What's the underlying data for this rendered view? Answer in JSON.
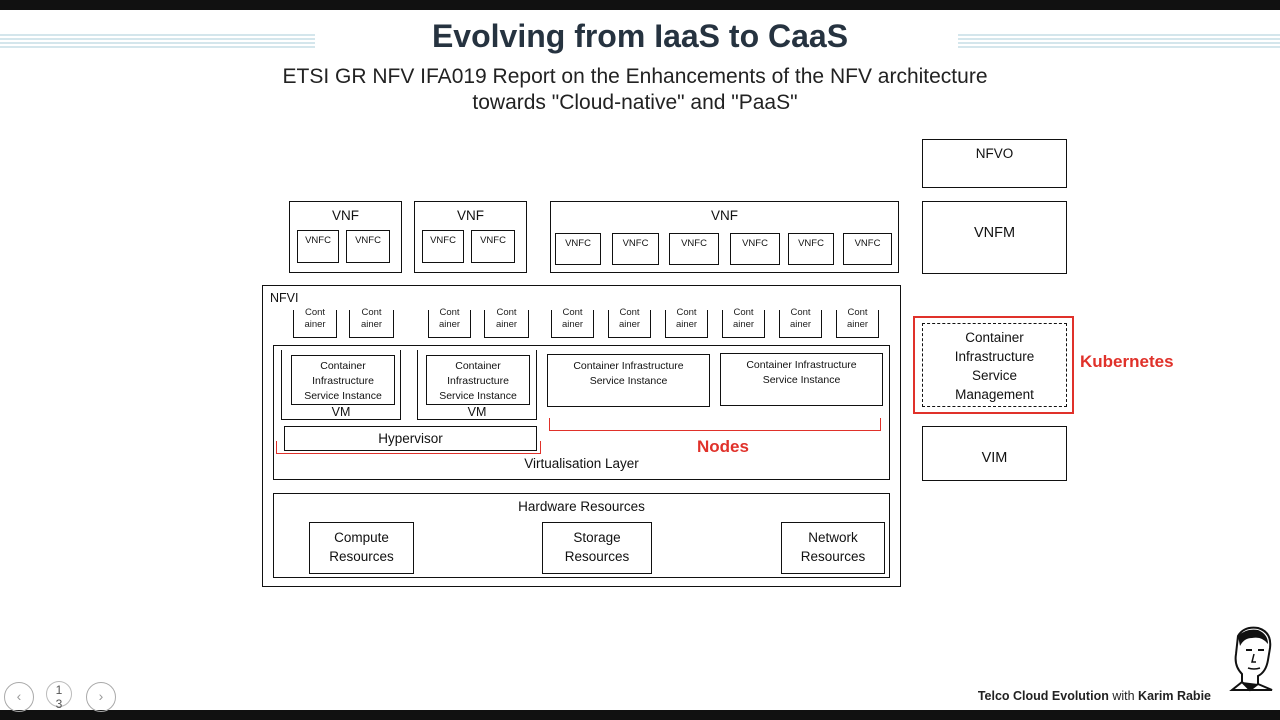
{
  "slide": {
    "title": "Evolving from IaaS to CaaS",
    "subtitle_line1": "ETSI GR NFV IFA019 Report on the Enhancements of the NFV architecture",
    "subtitle_line2": "towards \"Cloud-native\" and \"PaaS\"",
    "page_number": "13",
    "footer_bold": "Telco Cloud Evolution",
    "footer_with": "with",
    "footer_author": "Karim Rabie"
  },
  "diagram": {
    "vnf": "VNF",
    "vnfc": "VNFC",
    "nfvi": "NFVI",
    "container": "Cont ainer",
    "cis_instance": "Container Infrastructure Service Instance",
    "vm": "VM",
    "hypervisor": "Hypervisor",
    "virtualisation_layer": "Virtualisation Layer",
    "nodes": "Nodes",
    "hardware_resources": "Hardware Resources",
    "compute": "Compute Resources",
    "storage": "Storage Resources",
    "network": "Network Resources",
    "nfvo": "NFVO",
    "vnfm": "VNFM",
    "cism": "Container Infrastructure Service Management",
    "kubernetes": "Kubernetes",
    "vim": "VIM"
  },
  "colors": {
    "accent_red": "#e0312a",
    "title_dark": "#263340",
    "stripe": "#cfe3ea"
  },
  "icons": {
    "prev": "chevron-left-icon",
    "next": "chevron-right-icon",
    "avatar": "presenter-portrait"
  }
}
